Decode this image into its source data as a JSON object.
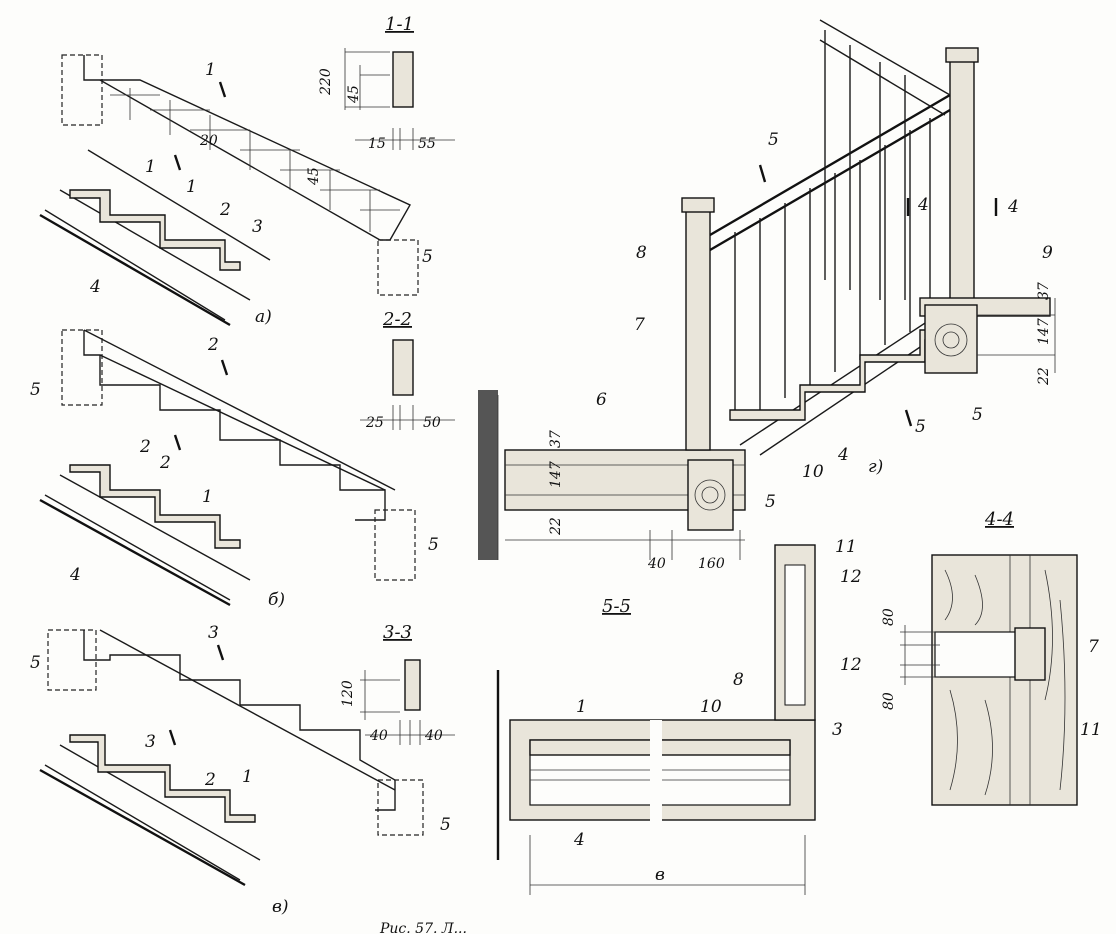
{
  "sections": {
    "s11": "1-1",
    "s22": "2-2",
    "s33": "3-3",
    "s55": "5-5",
    "s44": "4-4"
  },
  "panel_labels": {
    "a": "а)",
    "b": "б)",
    "v": "в)",
    "g": "г)"
  },
  "dims": {
    "d220": "220",
    "d45a": "45",
    "d15": "15",
    "d55": "55",
    "d20": "20",
    "d45b": "45",
    "d25": "25",
    "d50": "50",
    "d120": "120",
    "d40a": "40",
    "d40b": "40",
    "d37a": "37",
    "d147a": "147",
    "d22a": "22",
    "d37b": "37",
    "d147b": "147",
    "d22b": "22",
    "d40c": "40",
    "d160": "160",
    "d80a": "80",
    "d80b": "80",
    "dB": "в"
  },
  "callouts": {
    "c1": "1",
    "c2": "2",
    "c3": "3",
    "c4": "4",
    "c5": "5",
    "c1b": "1",
    "c2b": "2",
    "c4b": "4",
    "c5b": "5",
    "c5c": "5",
    "c1c": "1",
    "c2c": "2",
    "c5d": "5",
    "c5e": "5",
    "c6": "6",
    "c7": "7",
    "c8": "8",
    "c9": "9",
    "c10": "10",
    "c4c": "4",
    "c5f": "5",
    "c5g": "5",
    "c11": "11",
    "c12": "12",
    "c8b": "8",
    "c12b": "12",
    "c3b": "3",
    "c1d": "1",
    "c10b": "10",
    "c4d": "4",
    "c7b": "7",
    "c11b": "11"
  },
  "cut_marks": {
    "m1": "1",
    "m1b": "1",
    "m2": "2",
    "m2b": "2",
    "m3": "3",
    "m3b": "3",
    "m5": "5",
    "m5b": "5",
    "m4": "4",
    "m4b": "4"
  },
  "caption": "Рис. 57. Л..."
}
